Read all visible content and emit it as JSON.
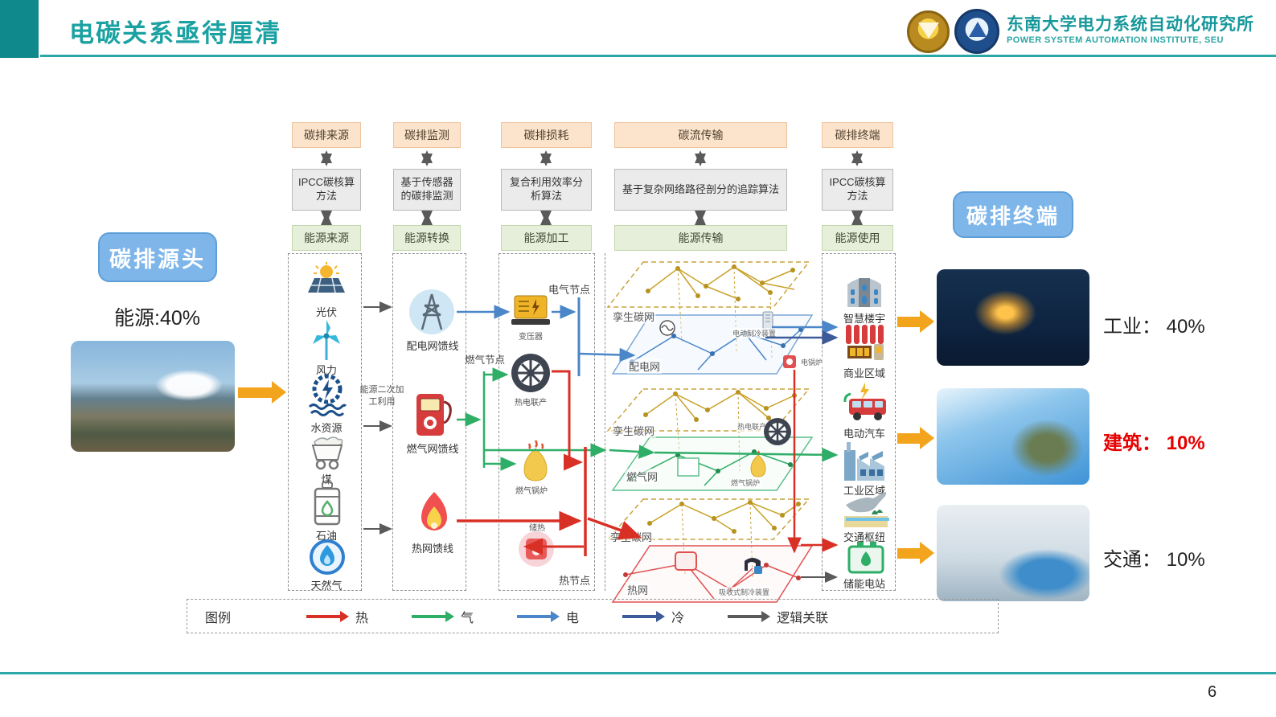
{
  "header": {
    "title": "电碳关系亟待厘清",
    "institute_cn": "东南大学电力系统自动化研究所",
    "institute_en": "POWER SYSTEM AUTOMATION INSTITUTE, SEU"
  },
  "flow_columns": [
    {
      "carbon": "碳排来源",
      "method": "IPCC碳核算方法",
      "energy": "能源来源"
    },
    {
      "carbon": "碳排监测",
      "method": "基于传感器的碳排监测",
      "energy": "能源转换"
    },
    {
      "carbon": "碳排损耗",
      "method": "复合利用效率分析算法",
      "energy": "能源加工"
    },
    {
      "carbon": "碳流传输",
      "method": "基于复杂网络路径剖分的追踪算法",
      "energy": "能源传输"
    },
    {
      "carbon": "碳排终端",
      "method": "IPCC碳核算方法",
      "energy": "能源使用"
    }
  ],
  "source_side": {
    "label": "碳排源头",
    "share": "能源:40%"
  },
  "terminal_side": {
    "label": "碳排终端",
    "items": [
      {
        "text": "工业： 40%",
        "color": "#222222"
      },
      {
        "text": "建筑： 10%",
        "color": "#e60000"
      },
      {
        "text": "交通： 10%",
        "color": "#222222"
      }
    ]
  },
  "energy_sources": [
    "光伏",
    "风力",
    "水资源",
    "煤",
    "石油",
    "天然气"
  ],
  "conversion": {
    "items": [
      "配电网馈线",
      "燃气网馈线",
      "热网馈线"
    ],
    "note": "能源二次加工利用"
  },
  "processing": {
    "electric_node": "电气节点",
    "transformer": "变压器",
    "gas_node": "燃气节点",
    "chp": "热电联产",
    "gas_boiler": "燃气锅炉",
    "heat_storage": "储热",
    "heat_node": "热节点"
  },
  "transmission": {
    "twin_net": "孪生碳网",
    "power_net": "配电网",
    "gas_net": "燃气网",
    "heat_net": "热网",
    "elec_cooling": "电动制冷装置",
    "elec_boiler": "电锅炉",
    "chp": "热电联产",
    "gas_boiler": "燃气锅炉",
    "absorption_chiller": "吸收式制冷装置"
  },
  "usage": [
    "智慧楼宇",
    "商业区域",
    "电动汽车",
    "工业区域",
    "交通枢纽",
    "储能电站"
  ],
  "legend": {
    "title": "图例",
    "items": [
      {
        "label": "热",
        "color": "#d93025"
      },
      {
        "label": "气",
        "color": "#2eae67"
      },
      {
        "label": "电",
        "color": "#4a86c8"
      },
      {
        "label": "冷",
        "color": "#3d5b99"
      },
      {
        "label": "逻辑关联",
        "color": "#5a5a5a"
      }
    ]
  },
  "colors": {
    "accent_teal": "#17999a",
    "arrow_orange": "#f2a41c",
    "label_blue": "#7eb6ea"
  },
  "footer": {
    "page_number": "6"
  }
}
